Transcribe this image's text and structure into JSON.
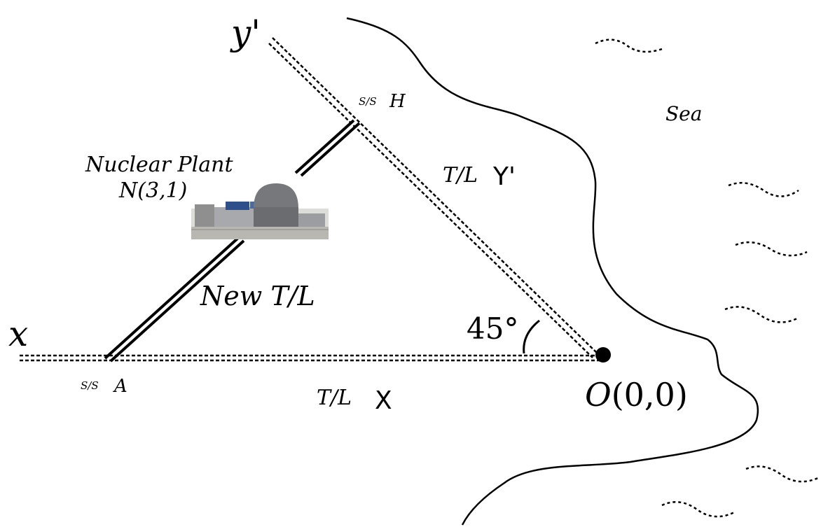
{
  "diagram": {
    "labels": {
      "x_axis": "x",
      "y_axis": "y'",
      "origin": "O(0,0)",
      "angle": "45°",
      "substation_h_prefix": "S/S",
      "substation_h": "H",
      "substation_a_prefix": "S/S",
      "substation_a": "A",
      "line_y_prefix": "T/L",
      "line_y": "Y'",
      "line_x_prefix": "T/L",
      "line_x": "X",
      "new_line": "New T/L",
      "plant_name": "Nuclear Plant",
      "plant_coord": "N(3,1)",
      "sea": "Sea"
    },
    "colors": {
      "ink": "#000000",
      "background": "#ffffff"
    }
  }
}
